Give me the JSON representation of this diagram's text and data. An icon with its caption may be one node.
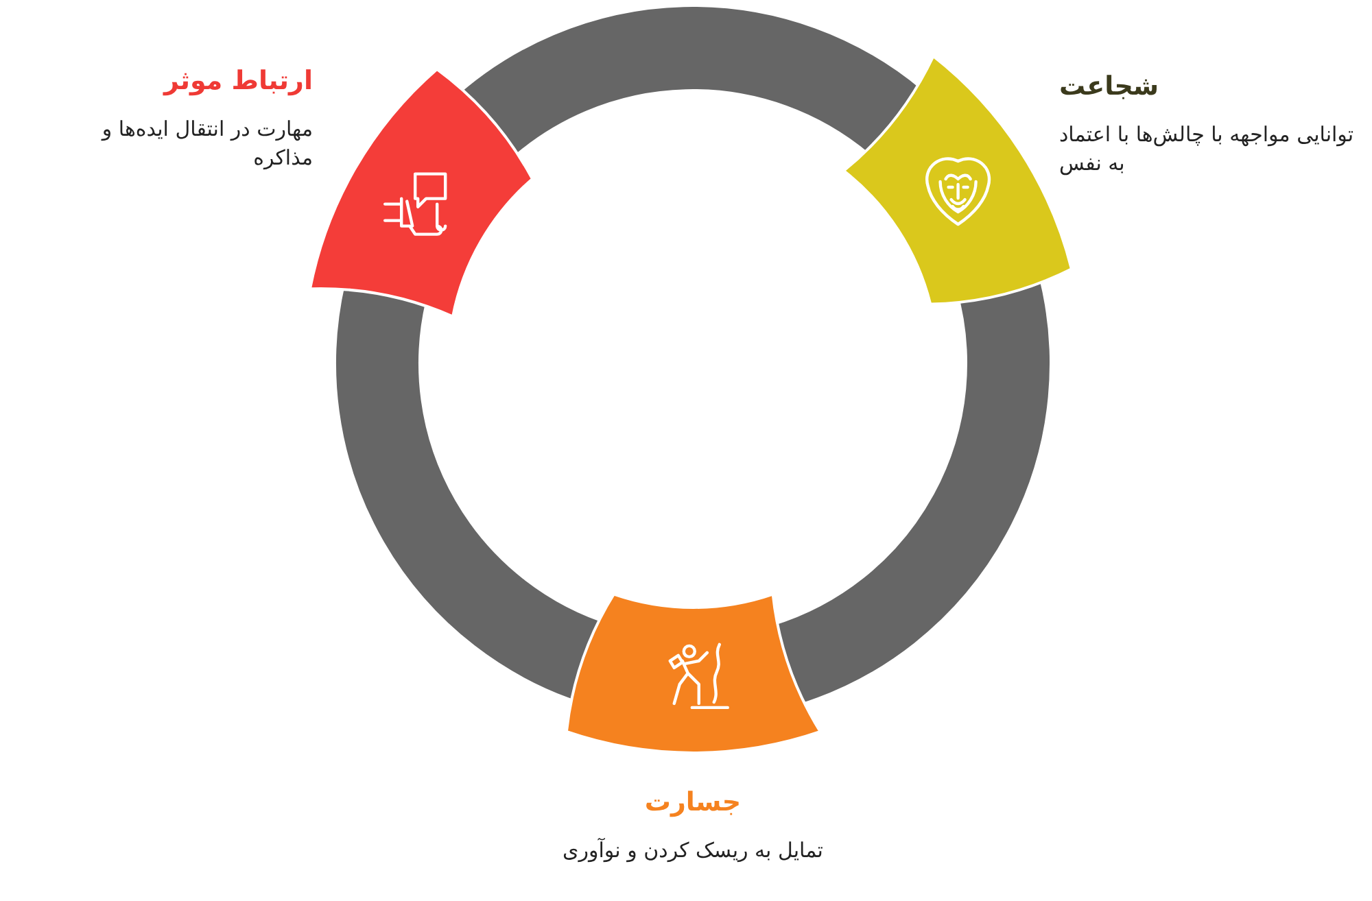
{
  "diagram": {
    "nodes": [
      {
        "text": [
          "ارتباط موثر",
          "مهارت در انتقال ایده‌ها و مذاکره"
        ]
      },
      {
        "text": [
          "شجاعت",
          "توانایی مواجهه با چالش‌ها با اعتماد به نفس"
        ]
      },
      {
        "text": [
          "جسارت",
          "تمایل به ریسک کردن و نوآوری"
        ]
      }
    ],
    "edges": [
      {
        "from": 0,
        "to": 1,
        "arrow": "none"
      },
      {
        "from": 1,
        "to": 2,
        "arrow": "none"
      },
      {
        "from": 2,
        "to": 0,
        "arrow": "none"
      }
    ]
  }
}
